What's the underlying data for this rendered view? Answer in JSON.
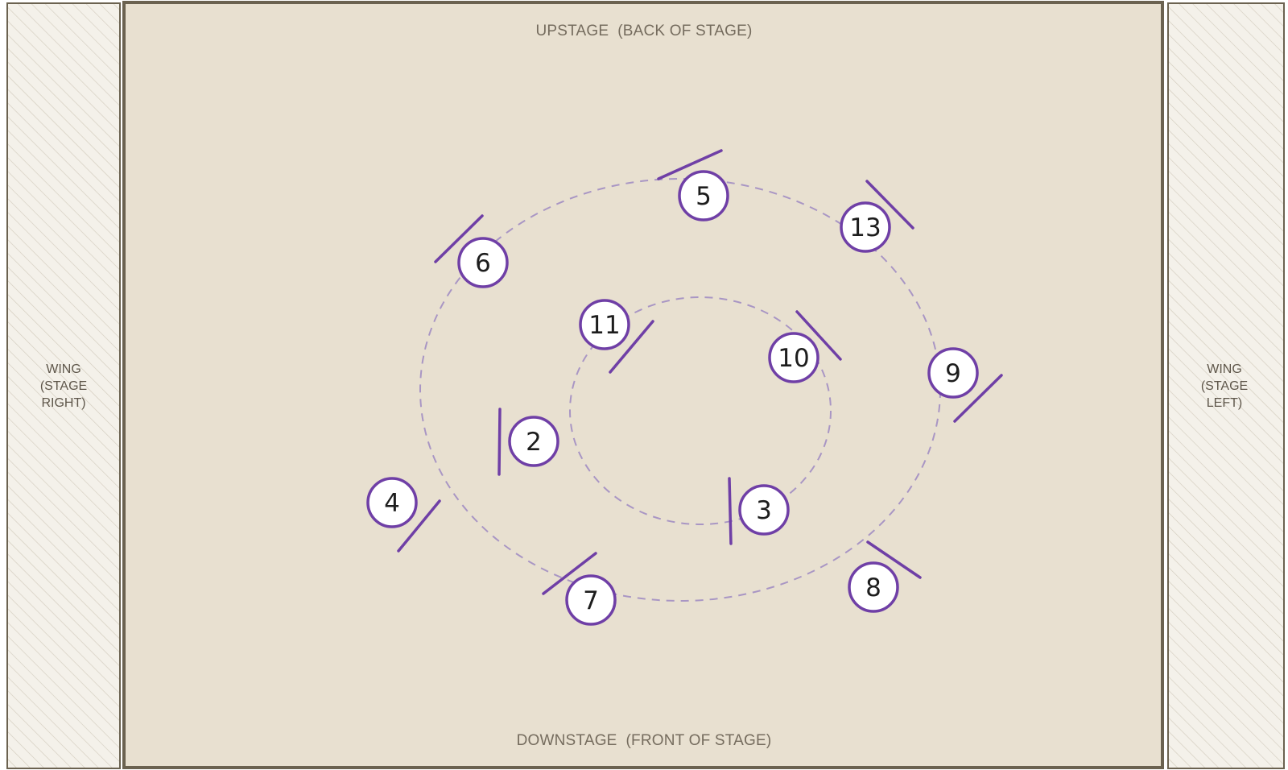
{
  "labels": {
    "upstage": "UPSTAGE  (BACK OF STAGE)",
    "downstage": "DOWNSTAGE  (FRONT OF STAGE)",
    "wing_right": [
      "WING",
      "(STAGE",
      "RIGHT)"
    ],
    "wing_left": [
      "WING",
      "(STAGE",
      "LEFT)"
    ]
  },
  "dancers": [
    {
      "number": "5"
    },
    {
      "number": "13"
    },
    {
      "number": "6"
    },
    {
      "number": "11"
    },
    {
      "number": "10"
    },
    {
      "number": "9"
    },
    {
      "number": "2"
    },
    {
      "number": "4"
    },
    {
      "number": "3"
    },
    {
      "number": "8"
    },
    {
      "number": "7"
    }
  ],
  "colors": {
    "stage_floor": "#e8e0d0",
    "stage_border": "#6b6250",
    "wing_fill": "#f4f1ea",
    "wing_hatch": "#cfc8ba",
    "marker_stroke": "#6f3fa6",
    "marker_fill": "#ffffff",
    "path_dash": "#a996c4",
    "label_text": "#756c5e"
  }
}
